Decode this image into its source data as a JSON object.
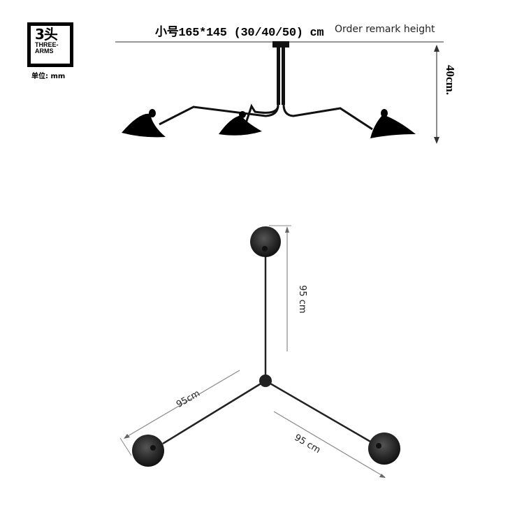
{
  "badge": {
    "big": "3头",
    "line1": "THREE-",
    "line2": "ARMS",
    "unit": "单位: mm"
  },
  "header": {
    "size_spec": "小号165*145 (30/40/50) cm",
    "remark": "Order remark height"
  },
  "side_view": {
    "height_label": "40cm.",
    "arms": 3
  },
  "top_view": {
    "arm_top_label": "95 cm",
    "arm_left_label": "95cm",
    "arm_right_label": "95 cm"
  },
  "colors": {
    "lamp": "#000000",
    "dimension_line": "#888888",
    "background": "#ffffff"
  }
}
